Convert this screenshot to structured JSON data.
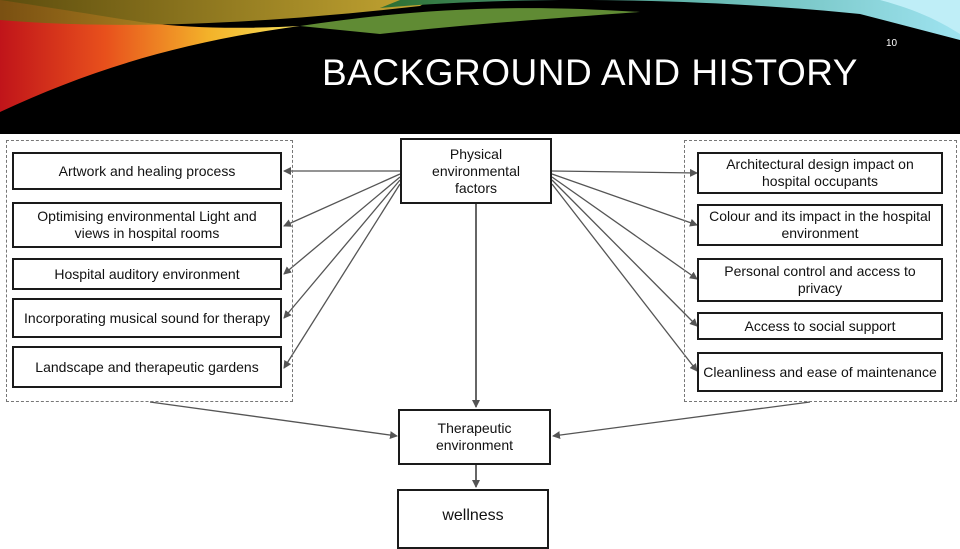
{
  "slide": {
    "title": "BACKGROUND AND HISTORY",
    "page_number": "10"
  },
  "diagram": {
    "top_node": "Physical environmental factors",
    "left_factors": [
      "Artwork and healing process",
      "Optimising environmental Light and views in hospital rooms",
      "Hospital auditory environment",
      "Incorporating musical sound for therapy",
      "Landscape and therapeutic gardens"
    ],
    "right_factors": [
      "Architectural design impact on hospital occupants",
      "Colour and its impact in the hospital environment",
      "Personal control and access to privacy",
      "Access to social support",
      "Cleanliness and ease of maintenance"
    ],
    "middle_node": "Therapeutic environment",
    "bottom_node": "wellness"
  },
  "colors": {
    "header_background": "#000000",
    "box_border": "#1a1a1a",
    "arrow": "#555555"
  }
}
